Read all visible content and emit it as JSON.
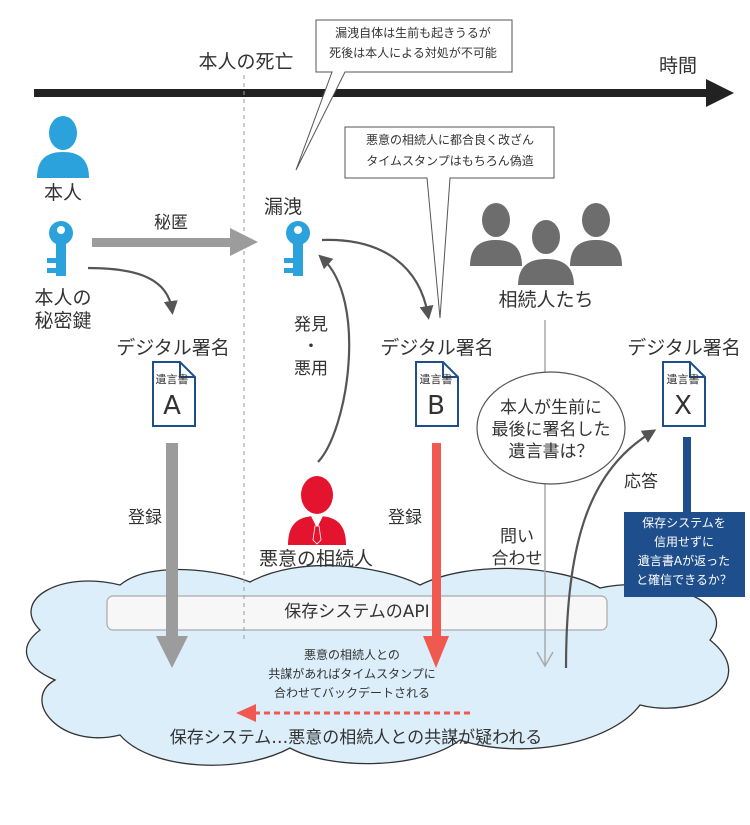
{
  "timeline": {
    "death_label": "本人の死亡",
    "time_label": "時間"
  },
  "callouts": {
    "leak_note": [
      "漏洩自体は生前も起きうるが",
      "死後は本人による対処が不可能"
    ],
    "forgery_note": [
      "悪意の相続人に都合良く改ざん",
      "タイムスタンプはもちろん偽造"
    ]
  },
  "actors": {
    "self": "本人",
    "self_key": [
      "本人の",
      "秘密鍵"
    ],
    "leak": "漏洩",
    "heirs": "相続人たち",
    "malicious_heir": "悪意の相続人"
  },
  "arrows": {
    "conceal": "秘匿",
    "discover_misuse": [
      "発見",
      "・",
      "悪用"
    ],
    "register_a": "登録",
    "register_b": "登録",
    "inquiry": [
      "問い",
      "合わせ"
    ],
    "response": "応答"
  },
  "documents": [
    {
      "signature_label": "デジタル署名",
      "title": "遺言書",
      "letter": "A"
    },
    {
      "signature_label": "デジタル署名",
      "title": "遺言書",
      "letter": "B"
    },
    {
      "signature_label": "デジタル署名",
      "title": "遺言書",
      "letter": "X"
    }
  ],
  "question_bubble": [
    "本人が生前に",
    "最後に署名した",
    "遺言書は？"
  ],
  "trust_note": [
    "保存システムを",
    "信用せずに",
    "遺言書Aが返った",
    "と確信できるか？"
  ],
  "storage": {
    "api_label": "保存システムのAPI",
    "collusion_note": [
      "悪意の相続人との",
      "共謀があればタイムスタンプに",
      "合わせてバックデートされる"
    ],
    "system_label": "保存システム…悪意の相続人との共謀が疑われる"
  },
  "colors": {
    "person_blue": "#2ba2dc",
    "key_blue": "#2ba2dc",
    "malicious_red": "#e4132e",
    "heir_gray": "#6d6d6d",
    "arrow_gray": "#9c9c9c",
    "arrow_red": "#f0594f",
    "cloud_fill": "#dbeef9",
    "note_navy": "#1f4e8c"
  }
}
